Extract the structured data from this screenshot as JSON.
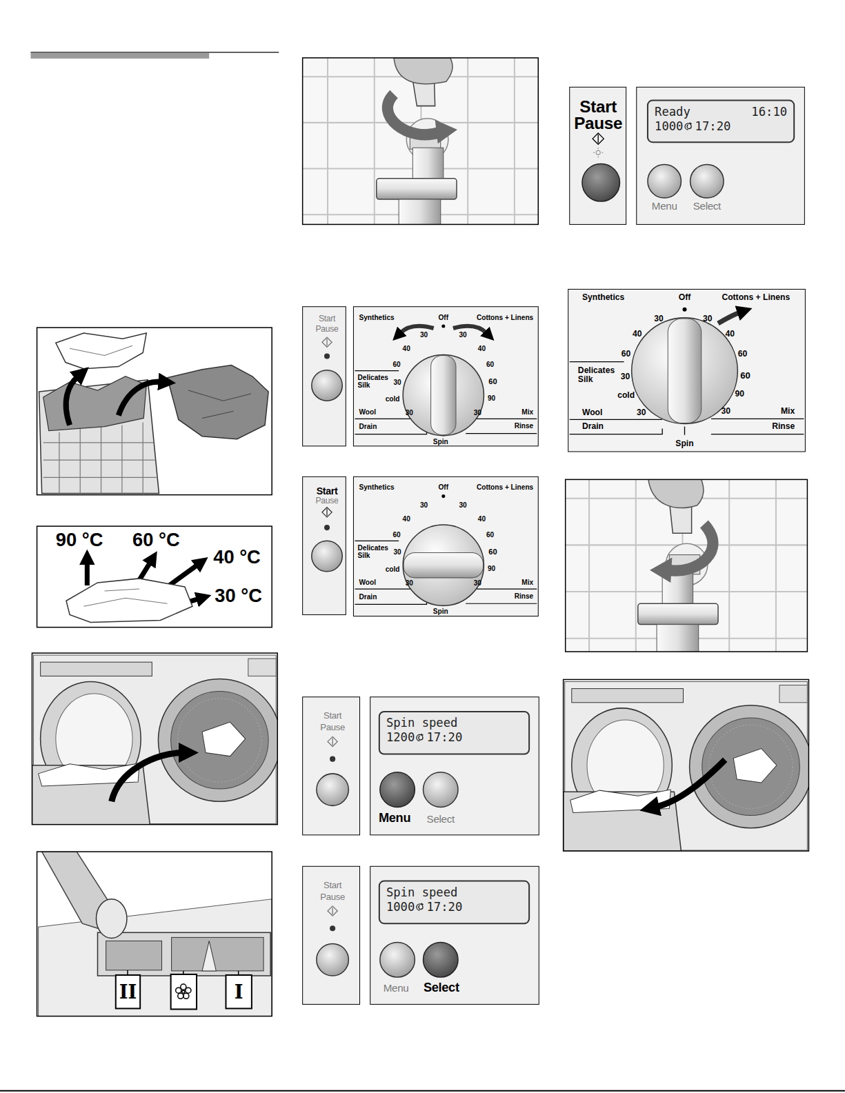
{
  "diagram": {
    "nodes": [
      {
        "text": [
          "II"
        ]
      },
      {
        "text": [
          "I"
        ]
      },
      {
        "text": [
          "Spin speed",
          "1200",
          "17:20"
        ]
      },
      {
        "text": [
          "Spin speed",
          "1000",
          "17:20"
        ]
      },
      {
        "text": [
          "Ready",
          "16:10",
          "1000",
          "17:20"
        ]
      }
    ],
    "labels": [
      "90 °C",
      "60 °C",
      "40 °C",
      "30 °C",
      "Start",
      "Pause",
      "Synthetics",
      "Off",
      "Cottons + Linens",
      "30",
      "40",
      "60",
      "30",
      "cold",
      "30",
      "30",
      "40",
      "60",
      "60",
      "90",
      "30",
      "Delicates Silk",
      "Wool",
      "Drain",
      "Spin",
      "Mix",
      "Rinse",
      "Start",
      "Pause",
      "Synthetics",
      "Off",
      "Cottons + Linens",
      "30",
      "40",
      "60",
      "30",
      "cold",
      "30",
      "30",
      "40",
      "60",
      "60",
      "90",
      "30",
      "Delicates Silk",
      "Wool",
      "Drain",
      "Spin",
      "Mix",
      "Rinse",
      "Start",
      "Pause",
      "Menu",
      "Select",
      "Start",
      "Pause",
      "Menu",
      "Select",
      "Start",
      "Pause",
      "Menu",
      "Select",
      "Synthetics",
      "Off",
      "Cottons + Linens",
      "30",
      "40",
      "60",
      "30",
      "cold",
      "30",
      "30",
      "40",
      "60",
      "60",
      "90",
      "30",
      "Delicates Silk",
      "Wool",
      "Drain",
      "Spin",
      "Mix",
      "Rinse"
    ]
  }
}
